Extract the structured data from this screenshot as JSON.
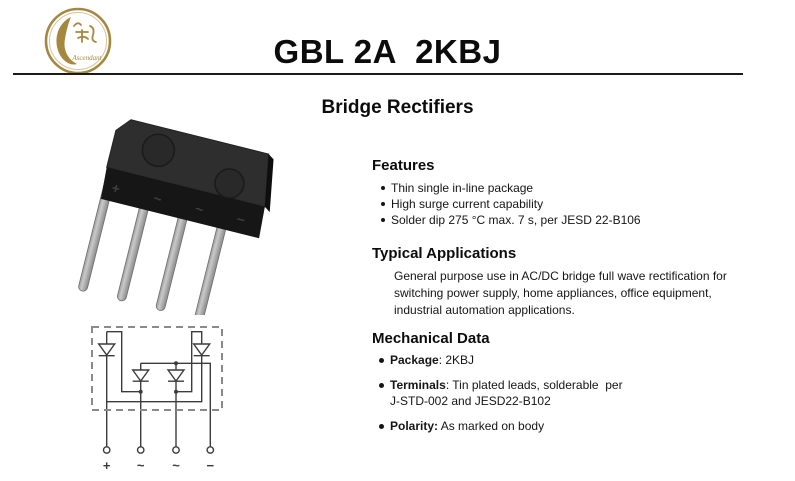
{
  "header": {
    "title": "GBL 2A  2KBJ",
    "logo_text": "Ascendant",
    "logo_color": "#a6873f"
  },
  "page_title": "Bridge Rectifiers",
  "sections": {
    "features": {
      "heading": "Features",
      "items": [
        "Thin single in-line package",
        "High surge current capability",
        "Solder dip 275 °C max. 7 s, per JESD 22-B106"
      ]
    },
    "typical_applications": {
      "heading": "Typical Applications",
      "body": "General purpose use in AC/DC bridge full wave rectification for switching power supply, home appliances, office equipment, industrial automation applications."
    },
    "mechanical_data": {
      "heading": "Mechanical Data",
      "items": [
        {
          "label": "Package",
          "value": ": 2KBJ"
        },
        {
          "label": "Terminals",
          "value": ": Tin plated leads, solderable  per J-STD-002 and JESD22-B102"
        },
        {
          "label": "Polarity:",
          "value": " As marked on body"
        }
      ]
    }
  },
  "figures": {
    "package_photo": {
      "markings": [
        "+",
        "~",
        "~",
        "−"
      ]
    },
    "schematic": {
      "terminals": [
        "+",
        "~",
        "~",
        "−"
      ]
    }
  },
  "colors": {
    "wire": "#3c3c3c",
    "dashed_border": "#8a8a8a",
    "rule": "#1a1a1a"
  }
}
